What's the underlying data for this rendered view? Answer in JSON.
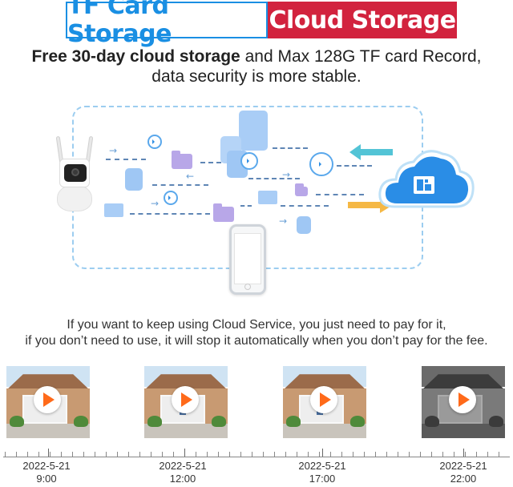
{
  "header": {
    "tf_badge": "TF Card Storage",
    "cloud_badge": "Cloud Storage",
    "colors": {
      "tf": "#1a8fe3",
      "cloud": "#d2233e"
    }
  },
  "subtitle": {
    "bold": "Free 30-day cloud storage",
    "rest": " and Max 128G TF card Record,",
    "line2": "data security is more stable."
  },
  "diagram": {
    "icons": [
      "camera-icon",
      "cloud-sd-icon",
      "smartphone-icon",
      "folder-icon",
      "document-icon",
      "mail-icon",
      "play-icon"
    ]
  },
  "service": {
    "line1": "If you want to keep using Cloud Service, you just need to pay for it,",
    "line2": "if you don’t need to use, it will stop it automatically when you don’t pay for the fee."
  },
  "timeline": [
    {
      "date": "2022-5-21",
      "time": "9:00"
    },
    {
      "date": "2022-5-21",
      "time": "12:00"
    },
    {
      "date": "2022-5-21",
      "time": "17:00"
    },
    {
      "date": "2022-5-21",
      "time": "22:00"
    }
  ]
}
